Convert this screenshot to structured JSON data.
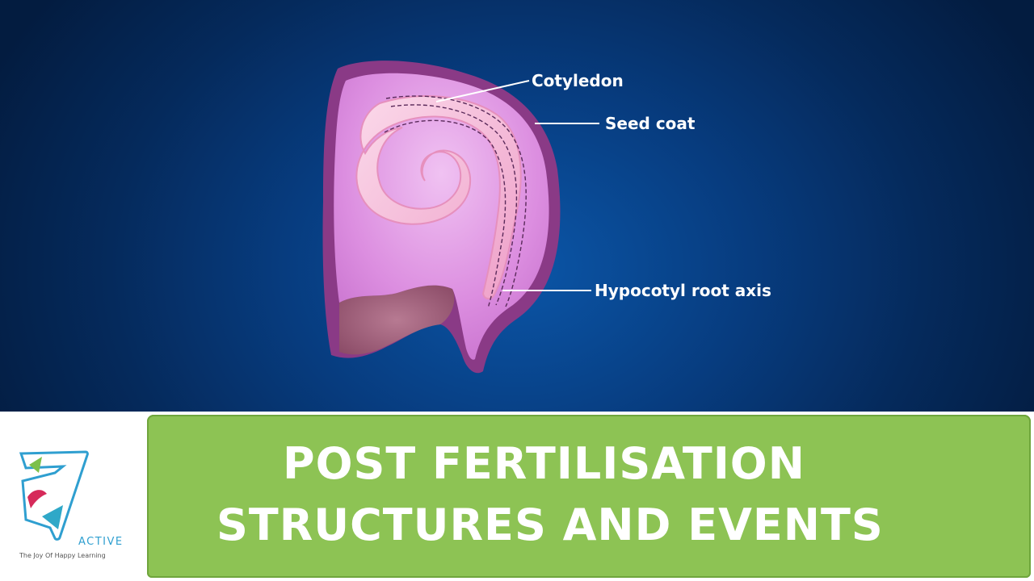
{
  "diagram": {
    "labels": {
      "cotyledon": "Cotyledon",
      "seed_coat": "Seed coat",
      "hypocotyl": "Hypocotyl root axis"
    }
  },
  "title": {
    "line1": "POST FERTILISATION",
    "line2": "STRUCTURES AND EVENTS"
  },
  "logo": {
    "word": "ACTIVE",
    "tagline": "The Joy Of Happy Learning"
  },
  "colors": {
    "background": "#073c7f",
    "seed_coat": "#8a3a86",
    "seed_body": "#d98be0",
    "cotyledon": "#f2b6d8",
    "title_band": "#8dc354",
    "logo_accent": "#2f9fd0"
  }
}
